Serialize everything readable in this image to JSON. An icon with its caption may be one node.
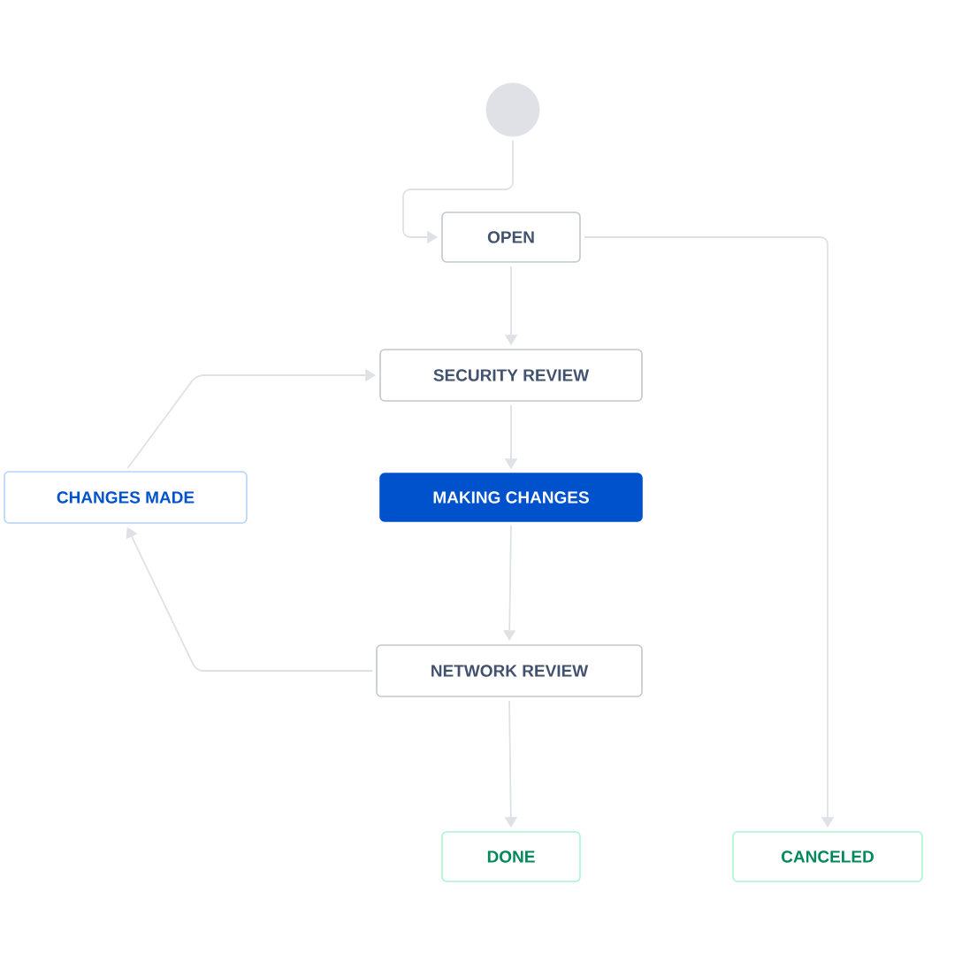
{
  "diagram": {
    "nodes": [
      {
        "text": [],
        "shape": "circle"
      },
      {
        "text": [
          "OPEN"
        ]
      },
      {
        "text": [
          "SECURITY REVIEW"
        ]
      },
      {
        "text": [
          "CHANGES MADE"
        ]
      },
      {
        "text": [
          "MAKING CHANGES"
        ]
      },
      {
        "text": [
          "NETWORK REVIEW"
        ]
      },
      {
        "text": [
          "DONE"
        ]
      },
      {
        "text": [
          "CANCELED"
        ]
      }
    ],
    "edges": [
      {
        "from": 0,
        "to": 1,
        "arrow": "to"
      },
      {
        "from": 1,
        "to": 2,
        "arrow": "to"
      },
      {
        "from": 1,
        "to": 7,
        "arrow": "to"
      },
      {
        "from": 2,
        "to": 4,
        "arrow": "to"
      },
      {
        "from": 4,
        "to": 5,
        "arrow": "to"
      },
      {
        "from": 5,
        "to": 3,
        "arrow": "to"
      },
      {
        "from": 3,
        "to": 2,
        "arrow": "to"
      },
      {
        "from": 5,
        "to": 6,
        "arrow": "to"
      }
    ]
  }
}
